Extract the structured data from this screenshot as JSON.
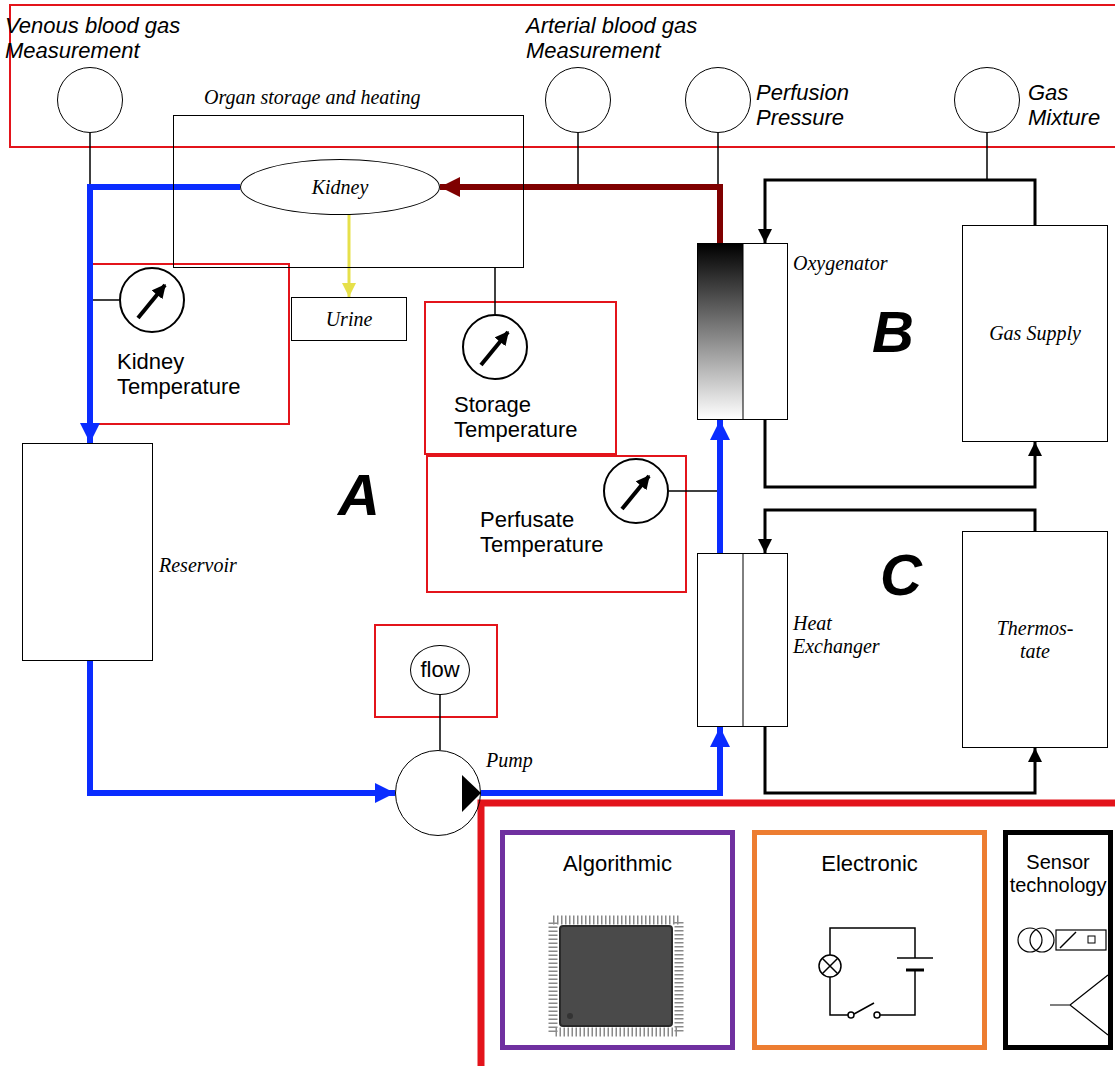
{
  "diagram": {
    "nodes": [
      {
        "text": [
          "Venous blood gas Measurement"
        ]
      },
      {
        "text": [
          "Organ storage and heating"
        ]
      },
      {
        "text": [
          "Arterial blood gas Measurement"
        ]
      },
      {
        "text": [
          "Perfusion Pressure"
        ]
      },
      {
        "text": [
          "Gas Mixture"
        ]
      },
      {
        "text": [
          "Kidney"
        ],
        "in": 1
      },
      {
        "text": [
          "Urine"
        ]
      },
      {
        "text": [
          "Kidney Temperature"
        ]
      },
      {
        "text": [
          "Storage Temperature"
        ]
      },
      {
        "text": [
          "Oxygenator"
        ]
      },
      {
        "text": [
          "Gas Supply"
        ]
      },
      {
        "text": [
          "Perfusate Temperature"
        ]
      },
      {
        "text": [
          "Reservoir"
        ]
      },
      {
        "text": [
          "Heat Exchanger"
        ]
      },
      {
        "text": [
          "Thermos- tate"
        ]
      },
      {
        "text": [
          "flow"
        ]
      },
      {
        "text": [
          "Pump"
        ]
      },
      {
        "text": [
          "Algorithmic"
        ]
      },
      {
        "text": [
          "Electronic"
        ]
      },
      {
        "text": [
          "Sensor technology"
        ]
      }
    ],
    "edges": [
      {
        "from": 9,
        "to": 5,
        "arrow": "to"
      },
      {
        "from": 5,
        "to": 12,
        "arrow": "to"
      },
      {
        "from": 12,
        "to": 16,
        "arrow": "to"
      },
      {
        "from": 16,
        "to": 13,
        "arrow": "to"
      },
      {
        "from": 13,
        "to": 9,
        "arrow": "to"
      },
      {
        "from": 5,
        "to": 6,
        "arrow": "to"
      },
      {
        "from": 10,
        "to": 9,
        "arrow": "to"
      },
      {
        "from": 9,
        "to": 10,
        "arrow": "to"
      },
      {
        "from": 14,
        "to": 13,
        "arrow": "to"
      },
      {
        "from": 13,
        "to": 14,
        "arrow": "to"
      },
      {
        "from": 8,
        "to": 1,
        "arrow": "none"
      },
      {
        "from": 15,
        "to": 16,
        "arrow": "none"
      }
    ],
    "labels": [
      "A",
      "B",
      "C"
    ]
  }
}
